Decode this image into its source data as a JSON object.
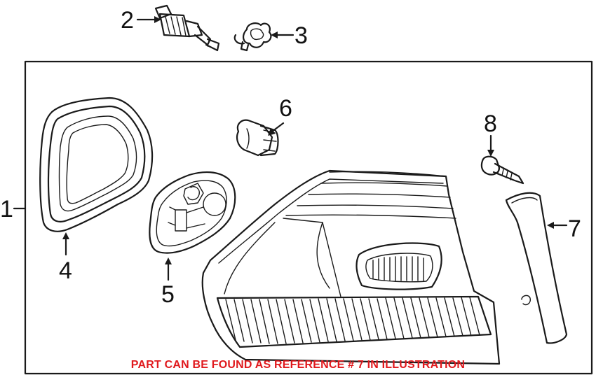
{
  "diagram": {
    "callouts": [
      "1",
      "2",
      "3",
      "4",
      "5",
      "6",
      "7",
      "8"
    ],
    "note": "PART CAN BE FOUND AS REFERENCE # 7 IN ILLUSTRATION",
    "note_color": "#e0191d",
    "line_color": "#1a1a1a"
  }
}
